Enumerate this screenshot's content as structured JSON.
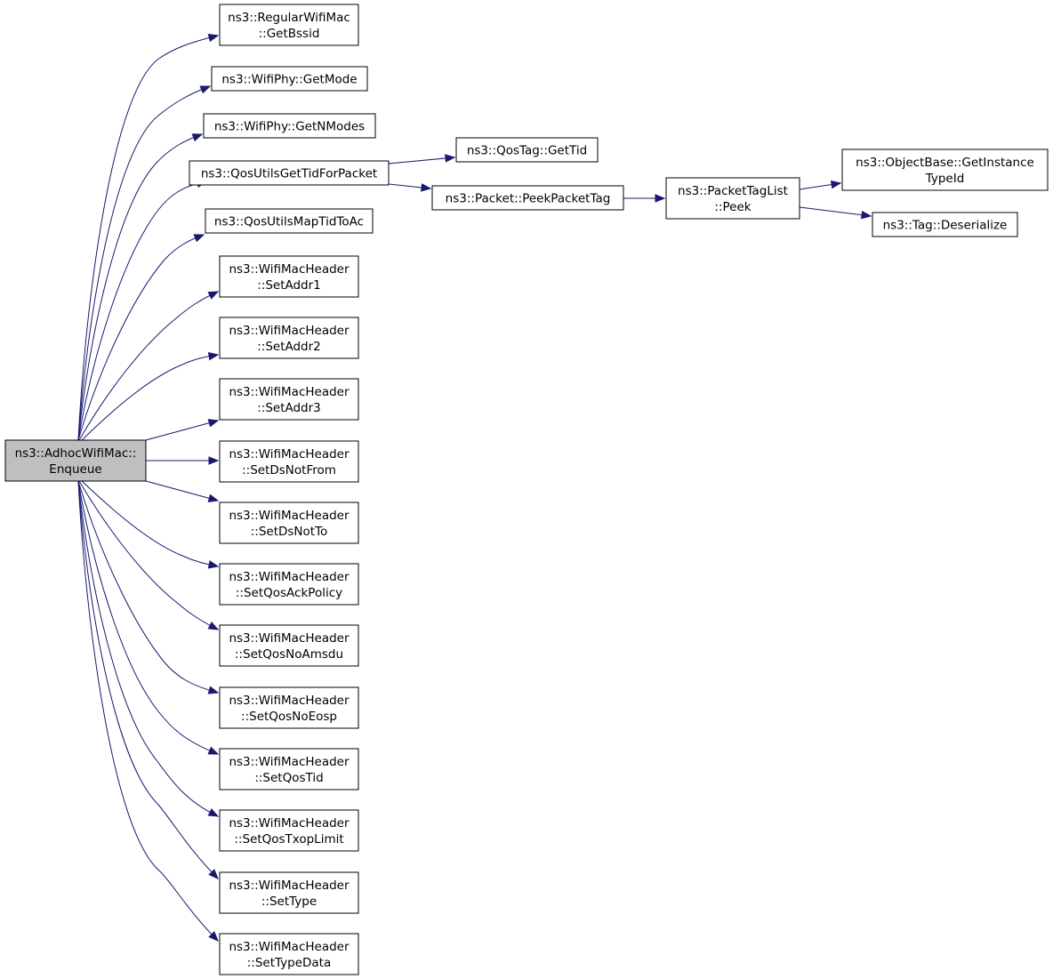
{
  "diagram": {
    "colors": {
      "edge": "#191970",
      "node_fill": "#ffffff",
      "root_fill": "#bfbfbf",
      "border": "#000000"
    },
    "nodes": [
      {
        "id": "root",
        "lines": [
          "ns3::AdhocWifiMac::",
          "Enqueue"
        ],
        "highlighted": true
      },
      {
        "id": "getbssid",
        "lines": [
          "ns3::RegularWifiMac",
          "::GetBssid"
        ]
      },
      {
        "id": "getmode",
        "lines": [
          "ns3::WifiPhy::GetMode"
        ]
      },
      {
        "id": "getnmodes",
        "lines": [
          "ns3::WifiPhy::GetNModes"
        ]
      },
      {
        "id": "qosgettid",
        "lines": [
          "ns3::QosUtilsGetTidForPacket"
        ]
      },
      {
        "id": "qosmaptid",
        "lines": [
          "ns3::QosUtilsMapTidToAc"
        ]
      },
      {
        "id": "setaddr1",
        "lines": [
          "ns3::WifiMacHeader",
          "::SetAddr1"
        ]
      },
      {
        "id": "setaddr2",
        "lines": [
          "ns3::WifiMacHeader",
          "::SetAddr2"
        ]
      },
      {
        "id": "setaddr3",
        "lines": [
          "ns3::WifiMacHeader",
          "::SetAddr3"
        ]
      },
      {
        "id": "setdsnotfrom",
        "lines": [
          "ns3::WifiMacHeader",
          "::SetDsNotFrom"
        ]
      },
      {
        "id": "setdsnotto",
        "lines": [
          "ns3::WifiMacHeader",
          "::SetDsNotTo"
        ]
      },
      {
        "id": "setqosackpolicy",
        "lines": [
          "ns3::WifiMacHeader",
          "::SetQosAckPolicy"
        ]
      },
      {
        "id": "setqosnoamsdu",
        "lines": [
          "ns3::WifiMacHeader",
          "::SetQosNoAmsdu"
        ]
      },
      {
        "id": "setqosnoeosp",
        "lines": [
          "ns3::WifiMacHeader",
          "::SetQosNoEosp"
        ]
      },
      {
        "id": "setqostid",
        "lines": [
          "ns3::WifiMacHeader",
          "::SetQosTid"
        ]
      },
      {
        "id": "setqostxoplimit",
        "lines": [
          "ns3::WifiMacHeader",
          "::SetQosTxopLimit"
        ]
      },
      {
        "id": "settype",
        "lines": [
          "ns3::WifiMacHeader",
          "::SetType"
        ]
      },
      {
        "id": "settypedata",
        "lines": [
          "ns3::WifiMacHeader",
          "::SetTypeData"
        ]
      },
      {
        "id": "qostaggettid",
        "lines": [
          "ns3::QosTag::GetTid"
        ]
      },
      {
        "id": "peekpackettag",
        "lines": [
          "ns3::Packet::PeekPacketTag"
        ]
      },
      {
        "id": "packettaglistpeek",
        "lines": [
          "ns3::PacketTagList",
          "::Peek"
        ]
      },
      {
        "id": "getinstancetypeid",
        "lines": [
          "ns3::ObjectBase::GetInstance",
          "TypeId"
        ]
      },
      {
        "id": "tagdeserialize",
        "lines": [
          "ns3::Tag::Deserialize"
        ]
      }
    ],
    "edges": [
      {
        "from": "root",
        "to": "getbssid"
      },
      {
        "from": "root",
        "to": "getmode"
      },
      {
        "from": "root",
        "to": "getnmodes"
      },
      {
        "from": "root",
        "to": "qosgettid"
      },
      {
        "from": "root",
        "to": "qosmaptid"
      },
      {
        "from": "root",
        "to": "setaddr1"
      },
      {
        "from": "root",
        "to": "setaddr2"
      },
      {
        "from": "root",
        "to": "setaddr3"
      },
      {
        "from": "root",
        "to": "setdsnotfrom"
      },
      {
        "from": "root",
        "to": "setdsnotto"
      },
      {
        "from": "root",
        "to": "setqosackpolicy"
      },
      {
        "from": "root",
        "to": "setqosnoamsdu"
      },
      {
        "from": "root",
        "to": "setqosnoeosp"
      },
      {
        "from": "root",
        "to": "setqostid"
      },
      {
        "from": "root",
        "to": "setqostxoplimit"
      },
      {
        "from": "root",
        "to": "settype"
      },
      {
        "from": "root",
        "to": "settypedata"
      },
      {
        "from": "qosgettid",
        "to": "qostaggettid"
      },
      {
        "from": "qosgettid",
        "to": "peekpackettag"
      },
      {
        "from": "peekpackettag",
        "to": "packettaglistpeek"
      },
      {
        "from": "packettaglistpeek",
        "to": "getinstancetypeid"
      },
      {
        "from": "packettaglistpeek",
        "to": "tagdeserialize"
      }
    ]
  }
}
